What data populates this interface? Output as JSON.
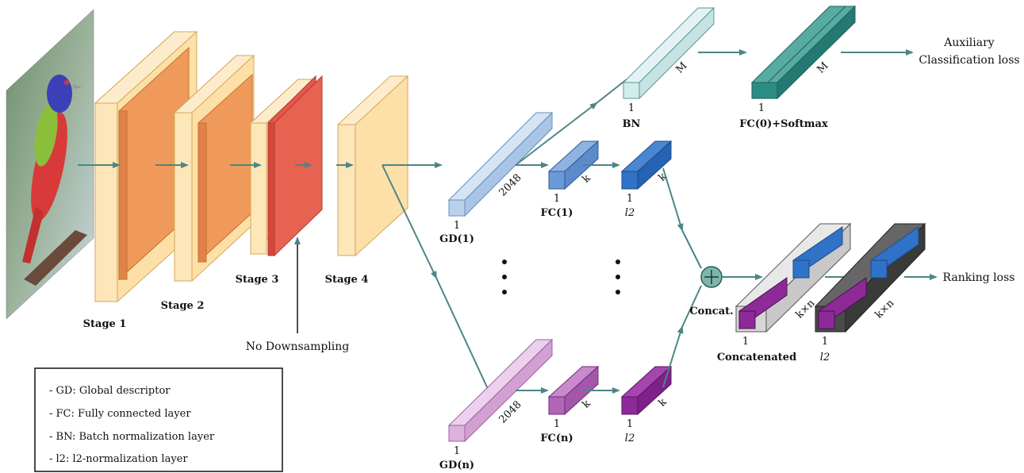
{
  "stages": [
    "Stage 1",
    "Stage 2",
    "Stage 3",
    "Stage 4"
  ],
  "no_downsampling": "No Downsampling",
  "branch1": {
    "gd_label": "GD(1)",
    "gd_one": "1",
    "gd_dim": "2048",
    "fc_label": "FC(1)",
    "fc_one": "1",
    "fc_dim": "k",
    "l2_one": "1",
    "l2_label": "l2",
    "l2_dim": "k"
  },
  "branchn": {
    "gd_label": "GD(n)",
    "gd_one": "1",
    "gd_dim": "2048",
    "fc_label": "FC(n)",
    "fc_one": "1",
    "fc_dim": "k",
    "l2_one": "1",
    "l2_label": "l2",
    "l2_dim": "k"
  },
  "aux": {
    "bn_label": "BN",
    "bn_one": "1",
    "bn_dim": "M",
    "fc0_label": "FC(0)+Softmax",
    "fc0_one": "1",
    "fc0_dim": "M",
    "loss_line1": "Auxiliary",
    "loss_line2": "Classification loss"
  },
  "concat": {
    "op_label": "Concat.",
    "op_symbol": "+",
    "block_label": "Concatenated",
    "block_one": "1",
    "block_dim": "k×n",
    "l2_one": "1",
    "l2_label": "l2",
    "l2_dim": "k×n",
    "loss": "Ranking loss"
  },
  "legend": [
    "- GD: Global descriptor",
    "- FC: Fully connected layer",
    "- BN: Batch normalization layer",
    "- l2: l2-normalization layer"
  ],
  "colors": {
    "stage_fill": "#fde6b8",
    "stage_stroke": "#d8b888",
    "orange": "#ef9a5a",
    "red": "#e8574a",
    "gd1": "#b9d1ec",
    "fc1": "#6a9ad6",
    "l2b": "#2f72c8",
    "gdn": "#deb2df",
    "fcn": "#b266b8",
    "l2p": "#8e2a98",
    "bn": "#d3ecec",
    "teal": "#2b8c83",
    "arrow": "#4d8585",
    "sum": "#7fb6ac",
    "concat_gray": "#d6d6d6",
    "concat_dark": "#4a4a4a"
  }
}
